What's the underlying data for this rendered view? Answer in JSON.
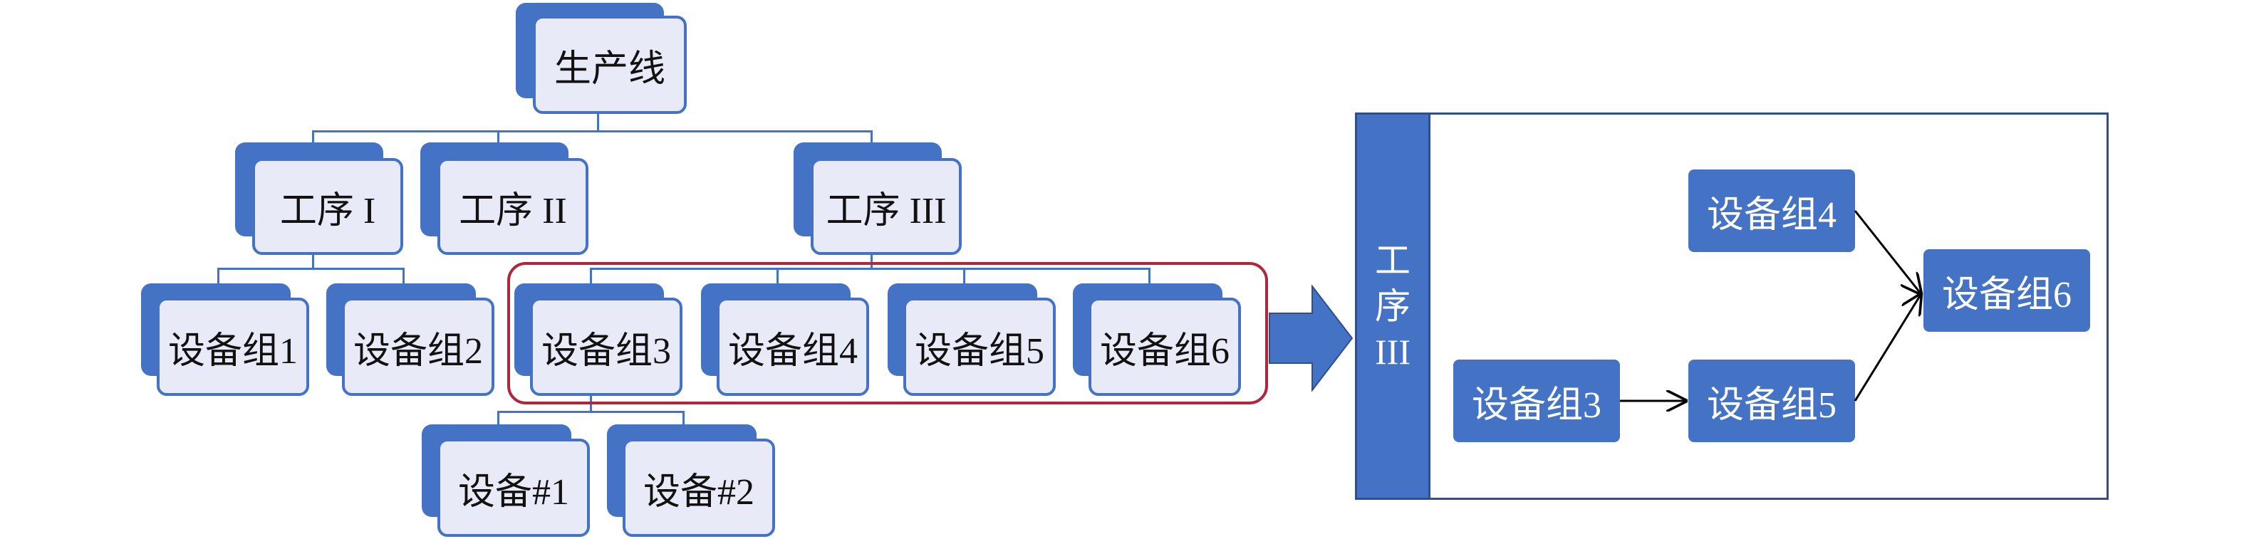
{
  "tree": {
    "root": "生产线",
    "process_1": "工序  I",
    "process_2": "工序  II",
    "process_3": "工序  III",
    "group_1": "设备组1",
    "group_2": "设备组2",
    "group_3": "设备组3",
    "group_4": "设备组4",
    "group_5": "设备组5",
    "group_6": "设备组6",
    "device_1": "设备#1",
    "device_2": "设备#2"
  },
  "detail": {
    "process_label_lines": [
      "工",
      "序",
      "III"
    ],
    "group_3": "设备组3",
    "group_4": "设备组4",
    "group_5": "设备组5",
    "group_6": "设备组6"
  },
  "colors": {
    "box_fill": "#4472C4",
    "box_light": "#E8EBF7",
    "highlight": "#B1263A",
    "panel_border": "#2E4E8F"
  }
}
